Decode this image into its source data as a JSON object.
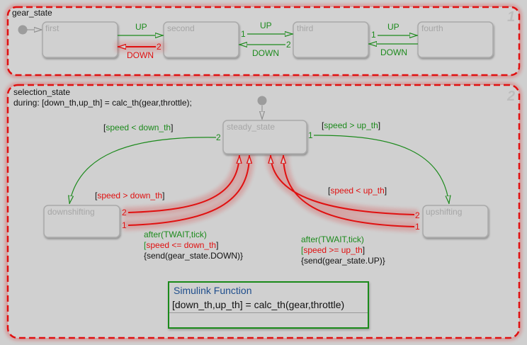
{
  "charts": {
    "gear_state": {
      "name": "gear_state",
      "order": "1",
      "states": [
        "first",
        "second",
        "third",
        "fourth"
      ],
      "transitions": [
        {
          "from": "first",
          "to": "second",
          "label": "UP",
          "highlighted": false
        },
        {
          "from": "second",
          "to": "first",
          "label": "DOWN",
          "order": "2",
          "highlighted": true
        },
        {
          "from": "second",
          "to": "third",
          "label": "UP",
          "order": "1",
          "highlighted": false
        },
        {
          "from": "third",
          "to": "second",
          "label": "DOWN",
          "order": "2",
          "highlighted": false
        },
        {
          "from": "third",
          "to": "fourth",
          "label": "UP",
          "order": "1",
          "highlighted": false
        },
        {
          "from": "fourth",
          "to": "third",
          "label": "DOWN",
          "highlighted": false
        }
      ]
    },
    "selection_state": {
      "name": "selection_state",
      "order": "2",
      "during_action": "during: [down_th,up_th] = calc_th(gear,throttle);",
      "states": [
        "steady_state",
        "downshifting",
        "upshifting"
      ],
      "transitions": {
        "steady_to_down": {
          "order": "2",
          "open": "[",
          "cond": "speed < down_th",
          "close": "]"
        },
        "steady_to_up": {
          "order": "1",
          "open": "[",
          "cond": "speed > up_th",
          "close": "]"
        },
        "down_to_steady_2": {
          "order": "2",
          "open": "[",
          "cond": "speed > down_th",
          "close": "]"
        },
        "down_to_steady_1": {
          "order": "1",
          "event": "after(TWAIT,tick)",
          "open": "[",
          "cond": "speed <= down_th",
          "close": "]",
          "action": "{send(gear_state.DOWN)}"
        },
        "up_to_steady_2": {
          "order": "2",
          "open": "[",
          "cond": "speed < up_th",
          "close": "]"
        },
        "up_to_steady_1": {
          "order": "1",
          "event": "after(TWAIT,tick)",
          "open": "[",
          "cond": "speed >= up_th",
          "close": "]",
          "action": "{send(gear_state.UP)}"
        }
      }
    },
    "simulink_function": {
      "title": "Simulink Function",
      "signature": "[down_th,up_th] = calc_th(gear,throttle)"
    }
  },
  "colors": {
    "background": "#cfcfcf",
    "active_highlight": "#e01010",
    "transition_green": "#1c8a1c",
    "state_label": "#a6a6a6",
    "function_title": "#1f4e8c"
  }
}
